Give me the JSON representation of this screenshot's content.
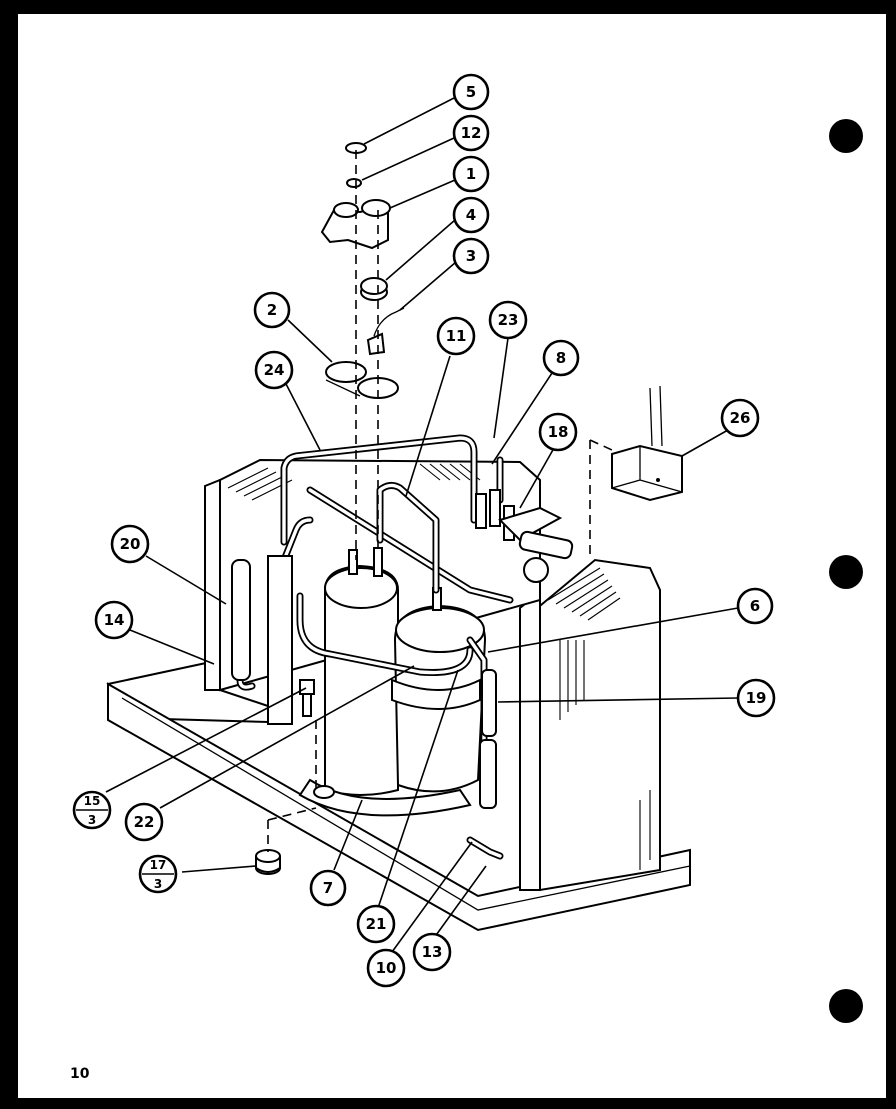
{
  "page": {
    "number": "10"
  },
  "callouts": [
    {
      "id": "c5",
      "label": "5"
    },
    {
      "id": "c12",
      "label": "12"
    },
    {
      "id": "c1",
      "label": "1"
    },
    {
      "id": "c4",
      "label": "4"
    },
    {
      "id": "c3",
      "label": "3"
    },
    {
      "id": "c2",
      "label": "2"
    },
    {
      "id": "c24",
      "label": "24"
    },
    {
      "id": "c11",
      "label": "11"
    },
    {
      "id": "c23",
      "label": "23"
    },
    {
      "id": "c8",
      "label": "8"
    },
    {
      "id": "c18",
      "label": "18"
    },
    {
      "id": "c26",
      "label": "26"
    },
    {
      "id": "c20",
      "label": "20"
    },
    {
      "id": "c14",
      "label": "14"
    },
    {
      "id": "c6",
      "label": "6"
    },
    {
      "id": "c19",
      "label": "19"
    },
    {
      "id": "c22",
      "label": "22"
    },
    {
      "id": "c7",
      "label": "7"
    },
    {
      "id": "c21",
      "label": "21"
    },
    {
      "id": "c10",
      "label": "10"
    },
    {
      "id": "c13",
      "label": "13"
    }
  ],
  "fraction_callouts": [
    {
      "id": "f15",
      "top": "15",
      "bottom": "3"
    },
    {
      "id": "f17",
      "top": "17",
      "bottom": "3"
    }
  ]
}
